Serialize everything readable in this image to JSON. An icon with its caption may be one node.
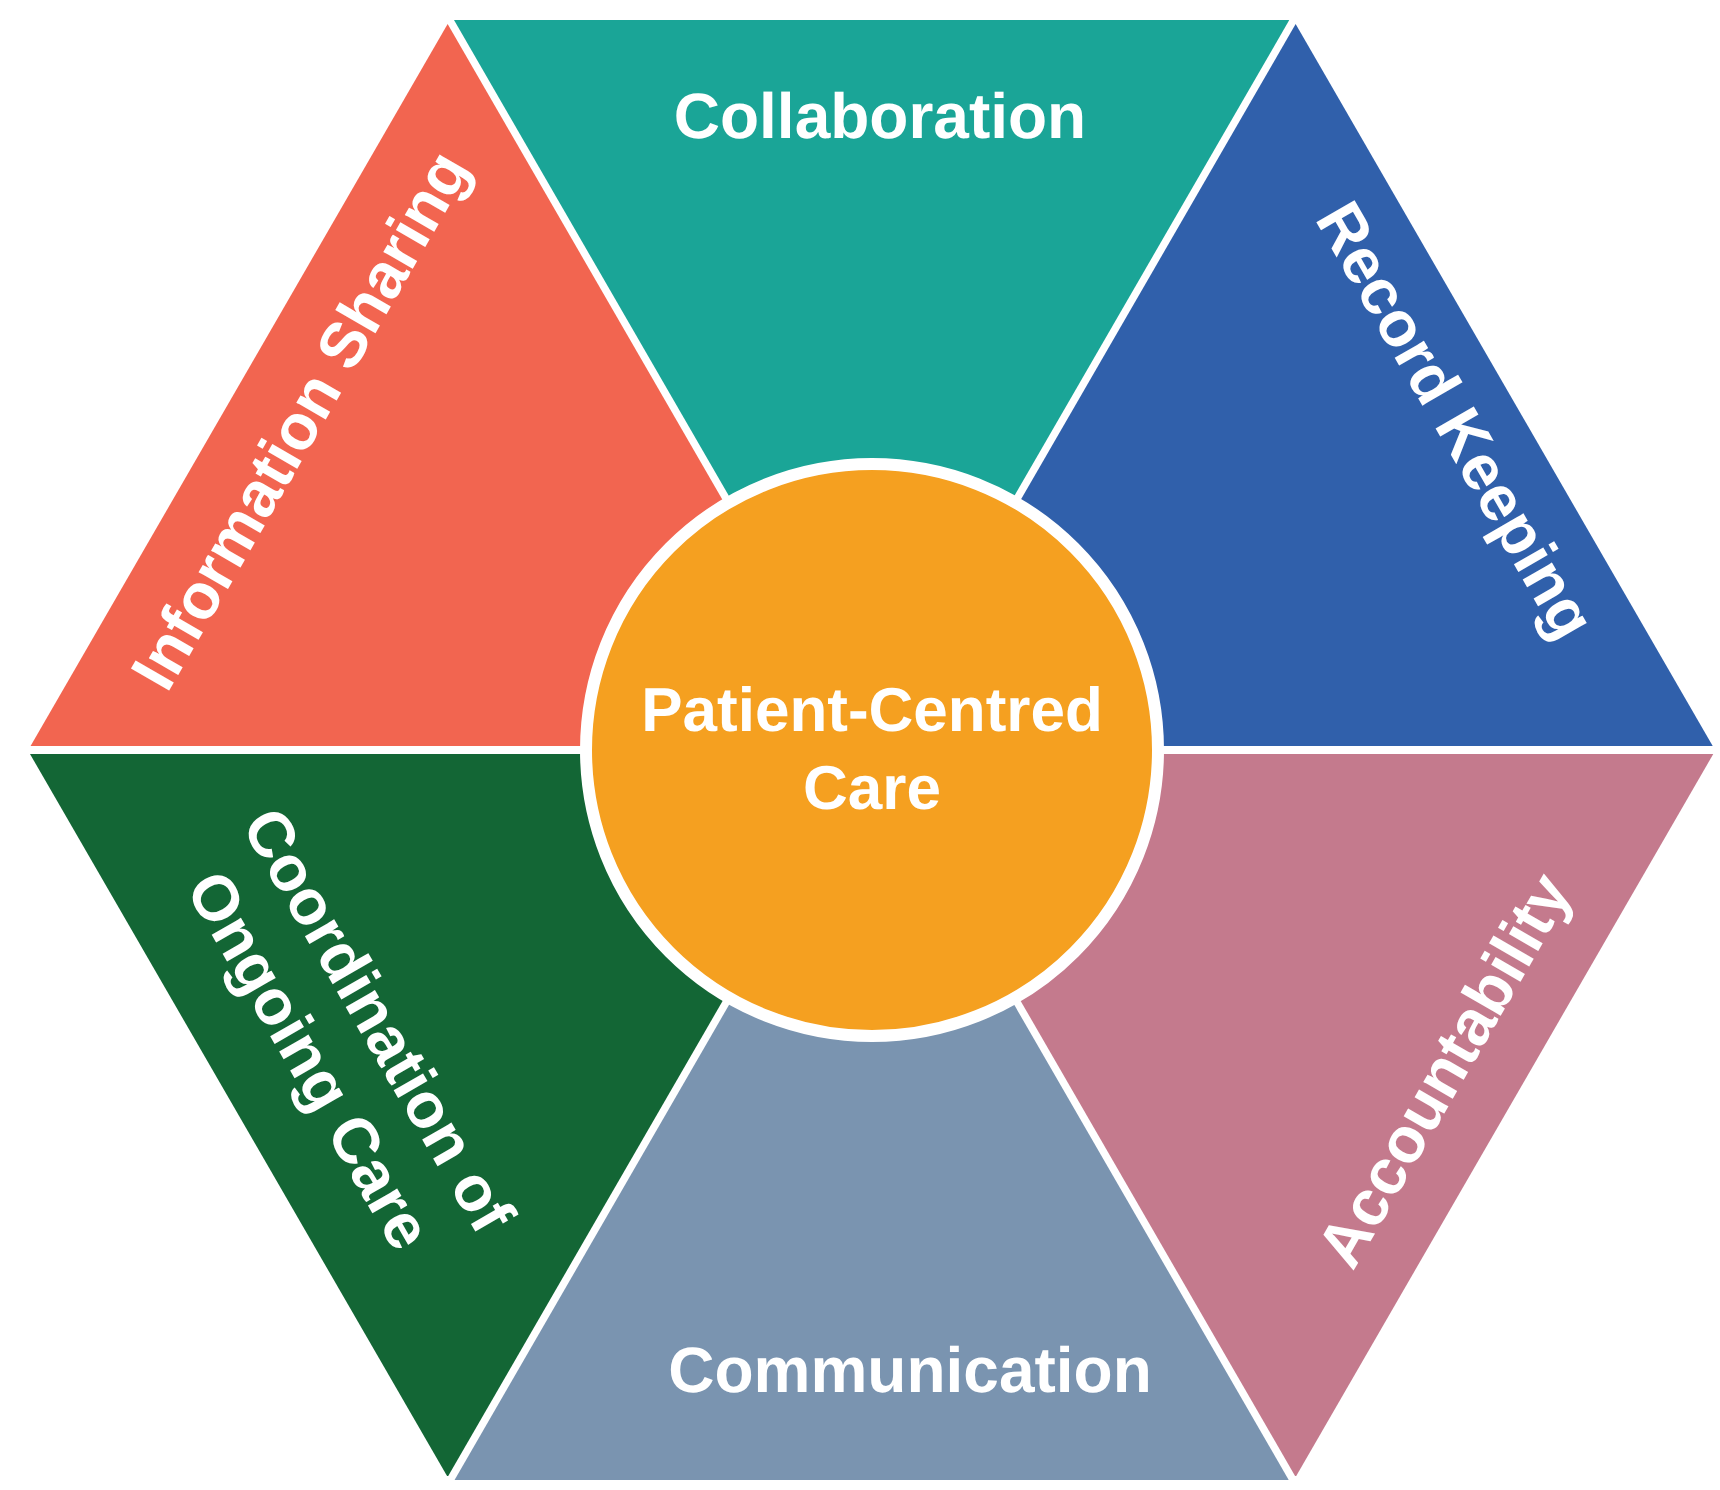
{
  "diagram": {
    "nodes": [
      {
        "text": [
          "Collaboration"
        ]
      },
      {
        "text": [
          "Information Sharing"
        ]
      },
      {
        "text": [
          "Record Keeping"
        ]
      },
      {
        "text": [
          "Patient-Centred Care"
        ]
      },
      {
        "text": [
          "Coordination of Ongoing Care"
        ]
      },
      {
        "text": [
          "Accountability"
        ]
      },
      {
        "text": [
          "Communication"
        ]
      }
    ]
  }
}
